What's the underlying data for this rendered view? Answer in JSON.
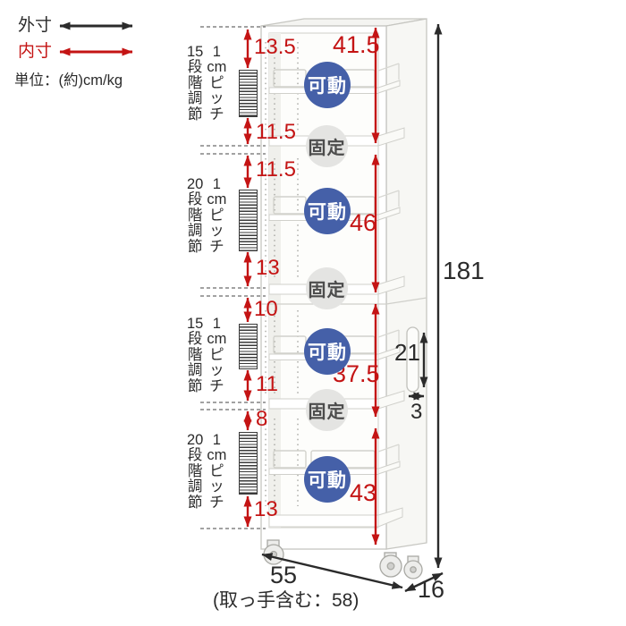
{
  "legend": {
    "outer_label": "外寸",
    "inner_label": "内寸",
    "unit_label": "単位：(約)cm/kg"
  },
  "colors": {
    "red": "#c41414",
    "ink": "#2b2b2b",
    "blue-circle": "#4560a8",
    "gray-circle": "#e4e4e2",
    "line": "#c6c6c1"
  },
  "adjust_sections": [
    {
      "steps": "15\n段\n階\n調\n節",
      "pitch": "1\ncm\nピ\nッ\nチ"
    },
    {
      "steps": "20\n段\n階\n調\n節",
      "pitch": "1\ncm\nピ\nッ\nチ"
    },
    {
      "steps": "15\n段\n階\n調\n節",
      "pitch": "1\ncm\nピ\nッ\nチ"
    },
    {
      "steps": "20\n段\n階\n調\n節",
      "pitch": "1\ncm\nピ\nッ\nチ"
    }
  ],
  "inner_dims_left": [
    "13.5",
    "11.5",
    "11.5",
    "13",
    "10",
    "11",
    "8",
    "13"
  ],
  "inner_dims_right": [
    "41.5",
    "46",
    "37.5",
    "43"
  ],
  "outer_dims": {
    "total_height": "181",
    "handle_length": "21",
    "handle_depth": "3",
    "width": "55",
    "width_with_handle": "(取っ手含む：58)",
    "depth": "16"
  },
  "shelf_labels": {
    "movable": "可動",
    "fixed": "固定"
  }
}
